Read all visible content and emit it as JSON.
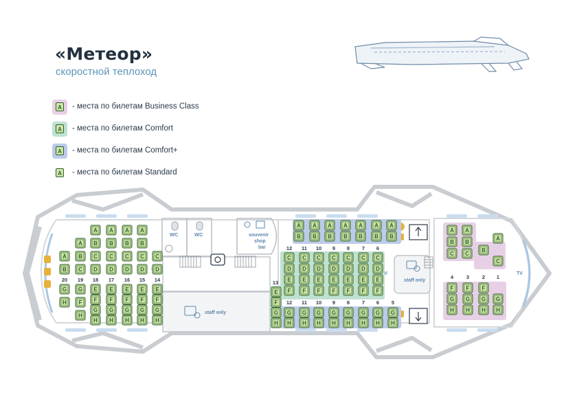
{
  "header": {
    "title": "«Метеор»",
    "subtitle": "скоростной теплоход"
  },
  "legend": [
    {
      "label": "- места по билетам Business Class",
      "color": "#e7d0e6"
    },
    {
      "label": "- места по билетам Comfort",
      "color": "#bfe1d1"
    },
    {
      "label": "- места по билетам Comfort+",
      "color": "#bccbe8"
    },
    {
      "label": "- места по билетам Standard",
      "color": ""
    }
  ],
  "colors": {
    "seat_fill": "#cfe5a8",
    "seat_stroke": "#2d5e2c",
    "seat_text": "#2d5e2c",
    "hull": "#c9cdd2",
    "window": "#a8c7e4",
    "accent": "#e8b13c"
  },
  "seat_letter_sample": "A",
  "rooms": {
    "wc": "WC",
    "souvenir": "souvenir",
    "shop": "shop",
    "bar": "bar",
    "staff": "staff only",
    "tv": "TV"
  },
  "aft_rows": [
    "20",
    "19",
    "18",
    "17",
    "16",
    "15",
    "14"
  ],
  "mid_top_rows": [
    "12",
    "11",
    "10",
    "9",
    "8",
    "7",
    "6"
  ],
  "mid_bottom_rows": [
    "12",
    "11",
    "10",
    "9",
    "8",
    "7",
    "6",
    "5"
  ],
  "mid_side_row": "13",
  "bow_rows": [
    "4",
    "3",
    "2",
    "1"
  ],
  "sections": {
    "aft_top": {
      "letters": [
        "A",
        "B",
        "C",
        "D"
      ],
      "cols": [
        [
          "",
          "",
          "A",
          "B"
        ],
        [
          "",
          "A",
          "B",
          "C"
        ],
        [
          "A",
          "B",
          "C",
          "D"
        ],
        [
          "A",
          "B",
          "C",
          "D"
        ],
        [
          "A",
          "B",
          "C",
          "D"
        ],
        [
          "A",
          "B",
          "C",
          "D"
        ],
        [
          "",
          "",
          "C",
          "D"
        ]
      ]
    },
    "aft_bottom": {
      "cols": [
        [
          "G",
          "H"
        ],
        [
          "G",
          "F",
          "H"
        ],
        [
          "E",
          "F",
          "G",
          "H"
        ],
        [
          "E",
          "F",
          "G",
          "H"
        ],
        [
          "E",
          "F",
          "G",
          "H"
        ],
        [
          "E",
          "F",
          "G",
          "H"
        ],
        [
          "E",
          "F",
          "G",
          "H"
        ]
      ]
    },
    "comfort_plus": {
      "rows": [
        [
          "A",
          "A",
          "A",
          "A",
          "A",
          "A",
          "A"
        ],
        [
          "B",
          "B",
          "B",
          "B",
          "B",
          "B",
          "B"
        ]
      ]
    },
    "mid_top": {
      "rows": [
        [
          "C",
          "C",
          "C",
          "C",
          "C",
          "C",
          "C"
        ],
        [
          "D",
          "D",
          "D",
          "D",
          "D",
          "D",
          "D"
        ],
        [
          "E",
          "E",
          "E",
          "E",
          "E",
          "E",
          "E"
        ],
        [
          "F",
          "F",
          "F",
          "F",
          "F",
          "F",
          "F"
        ]
      ]
    },
    "mid_side": {
      "cols": [
        "E",
        "F",
        "G",
        "H"
      ]
    },
    "mid_bottom": {
      "rows": [
        [
          "G",
          "G",
          "G",
          "G",
          "G",
          "G",
          "G",
          "G"
        ],
        [
          "H",
          "H",
          "H",
          "H",
          "H",
          "H",
          "H",
          "H"
        ]
      ]
    },
    "bow_top": {
      "seats": [
        "A",
        "A",
        "B",
        "B",
        "C",
        "C",
        "A",
        "B",
        "C"
      ]
    },
    "bow_bottom": {
      "cols": [
        [
          "F",
          "G",
          "H"
        ],
        [
          "F",
          "G",
          "H"
        ],
        [
          "F",
          "G",
          "H"
        ],
        [
          "G",
          "H"
        ]
      ]
    }
  }
}
